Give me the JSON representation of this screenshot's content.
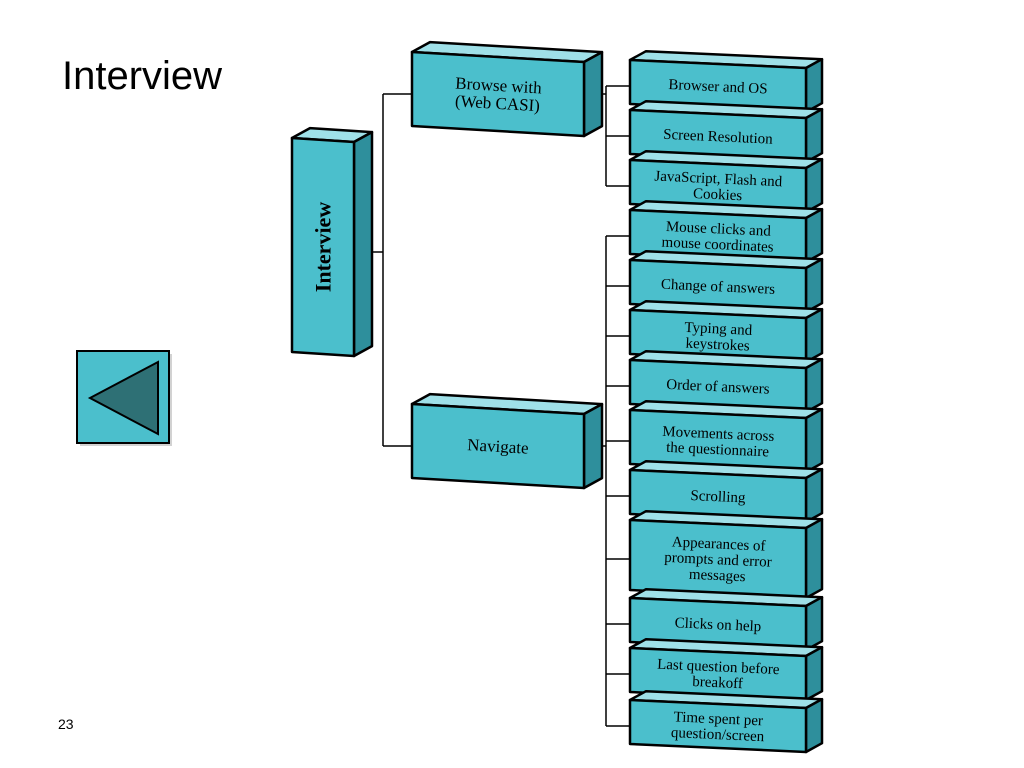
{
  "slide": {
    "title": "Interview",
    "page_number": "23"
  },
  "diagram": {
    "root": "Interview",
    "branches": [
      {
        "label": [
          "Browse with",
          "(Web CASI)"
        ],
        "children": [
          [
            "Browser and OS"
          ],
          [
            "Screen Resolution"
          ],
          [
            "JavaScript, Flash and",
            "Cookies"
          ]
        ]
      },
      {
        "label": [
          "Navigate"
        ],
        "children": [
          [
            "Mouse clicks and",
            "mouse coordinates"
          ],
          [
            "Change of answers"
          ],
          [
            "Typing and",
            "keystrokes"
          ],
          [
            "Order of answers"
          ],
          [
            "Movements across",
            "the questionnaire"
          ],
          [
            "Scrolling"
          ],
          [
            "Appearances of",
            "prompts and error",
            "messages"
          ],
          [
            "Clicks on help"
          ],
          [
            "Last question before",
            "breakoff"
          ],
          [
            "Time spent per",
            "question/screen"
          ]
        ]
      }
    ]
  },
  "colors": {
    "box_front": "#4BBFCC",
    "box_top": "#9FE0E8",
    "box_side": "#2E8F9C",
    "outline": "#000000",
    "button_fill": "#4BBFCC",
    "arrow_fill": "#2E7075"
  },
  "nav": {
    "back_icon": "triangle-left-icon"
  }
}
